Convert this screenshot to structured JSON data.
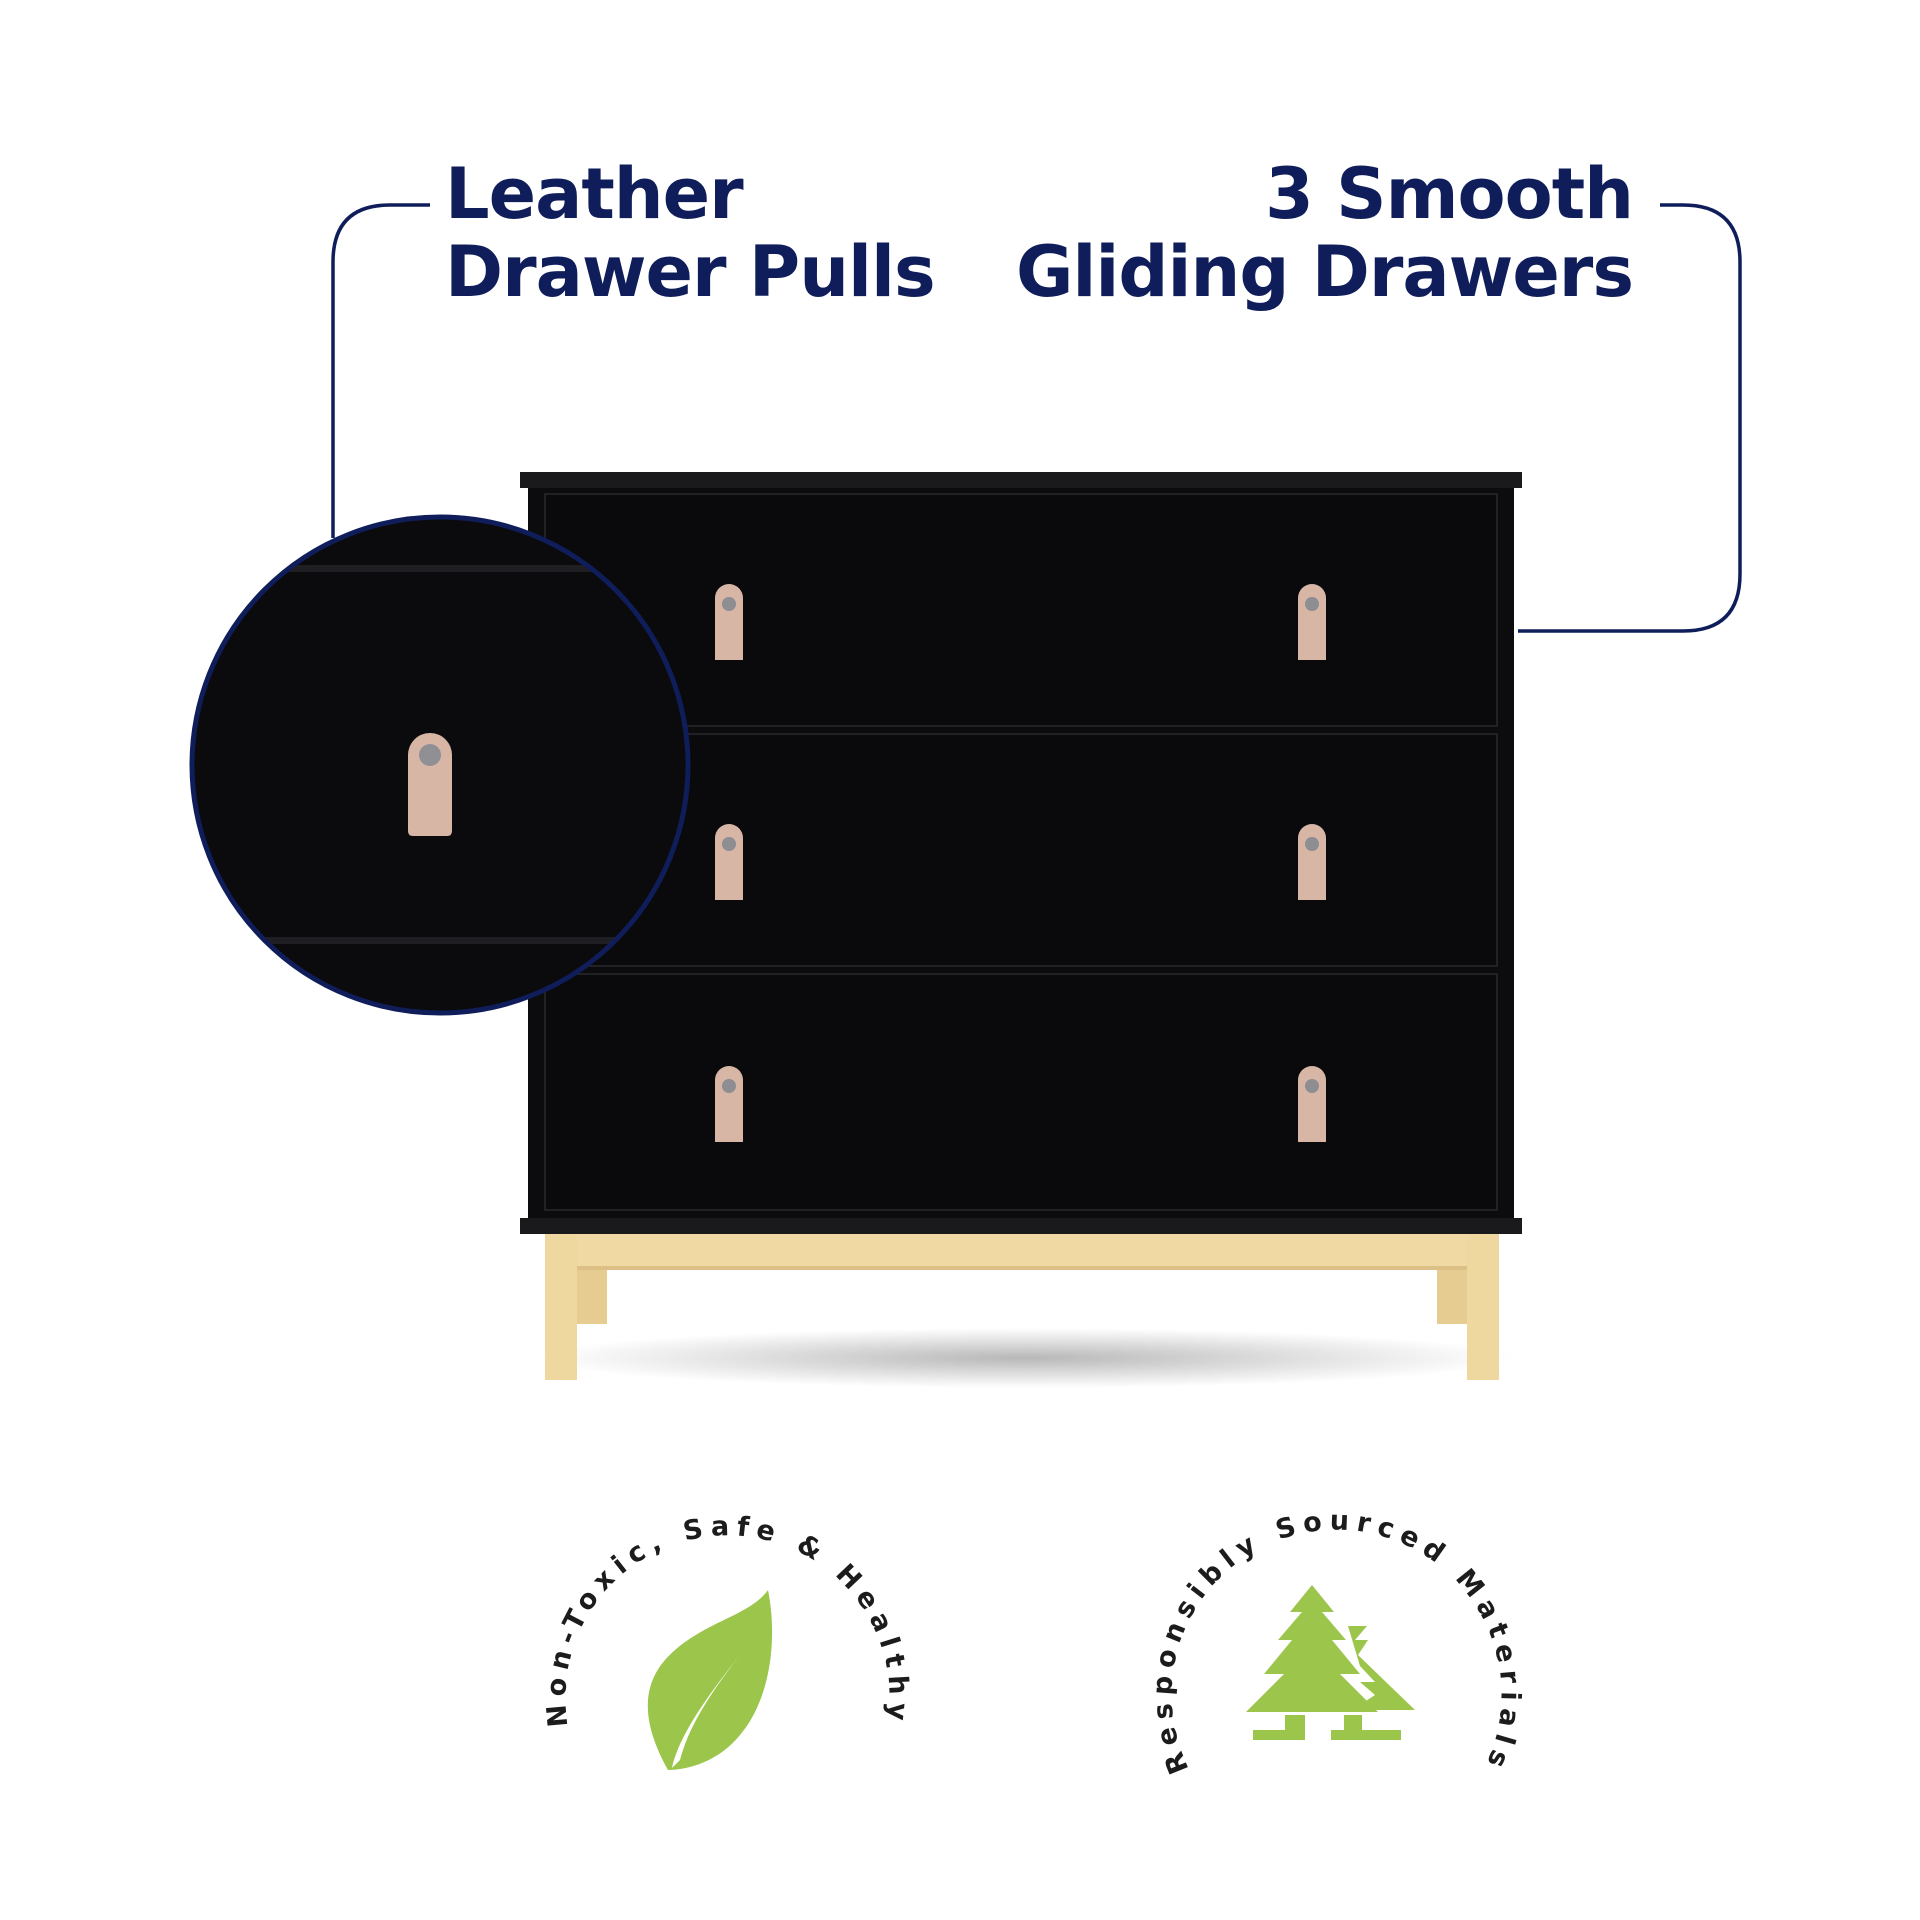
{
  "features": {
    "left": {
      "line1": "Leather",
      "line2": "Drawer Pulls"
    },
    "right": {
      "line1": "3 Smooth",
      "line2": "Gliding Drawers"
    }
  },
  "badges": {
    "left": {
      "text": "Non-Toxic, Safe & Healthy",
      "icon": "leaf-icon"
    },
    "right": {
      "text": "Responsibly Sourced Materials",
      "icon": "trees-icon"
    }
  },
  "product": {
    "drawer_count": 3,
    "pulls_per_drawer": 2
  },
  "colors": {
    "title": "#0f1e5a",
    "callout_line": "#0f1e5a",
    "dresser_body": "#0c0c0e",
    "leather": "#d7b6a5",
    "wood": "#efd7a0",
    "icon_green": "#9cc54b",
    "badge_text": "#1c1c1c"
  }
}
